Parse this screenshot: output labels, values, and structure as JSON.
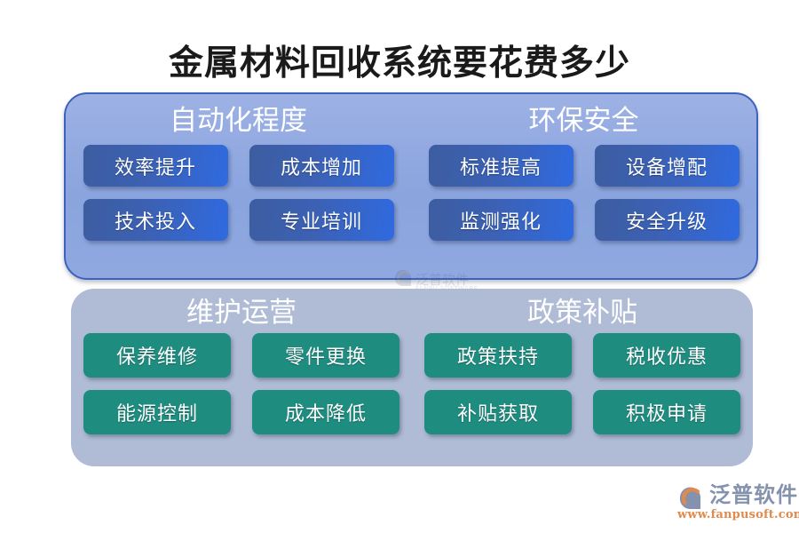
{
  "title": "金属材料回收系统要花费多少",
  "panels": [
    {
      "id": "panel-blue",
      "style": "blue",
      "groups": [
        {
          "title": "自动化程度",
          "rows": [
            [
              "效率提升",
              "成本增加"
            ],
            [
              "技术投入",
              "专业培训"
            ]
          ]
        },
        {
          "title": "环保安全",
          "rows": [
            [
              "标准提高",
              "设备增配"
            ],
            [
              "监测强化",
              "安全升级"
            ]
          ]
        }
      ]
    },
    {
      "id": "panel-gray",
      "style": "gray",
      "groups": [
        {
          "title": "维护运营",
          "rows": [
            [
              "保养维修",
              "零件更换"
            ],
            [
              "能源控制",
              "成本降低"
            ]
          ]
        },
        {
          "title": "政策补贴",
          "rows": [
            [
              "政策扶持",
              "税收优惠"
            ],
            [
              "补贴获取",
              "积极申请"
            ]
          ]
        }
      ]
    }
  ],
  "watermark": {
    "name": "泛普软件",
    "sub": "FANPU SOFTWARE"
  },
  "logo": {
    "name": "泛普软件",
    "url": "www.fanpusoft.com"
  },
  "colors": {
    "background": "#ffffff",
    "title_text": "#1a1a1a",
    "panel_blue_fill": "#8fa8e0",
    "panel_blue_border": "#3d62bd",
    "panel_gray_fill": "#b0bcd5",
    "cell_blue_from": "#3d5da0",
    "cell_blue_to": "#2f6ae0",
    "cell_green": "#1f8c80",
    "group_title_text": "#ffffff",
    "logo_name": "#8592ad",
    "logo_url": "#e08a4e"
  }
}
